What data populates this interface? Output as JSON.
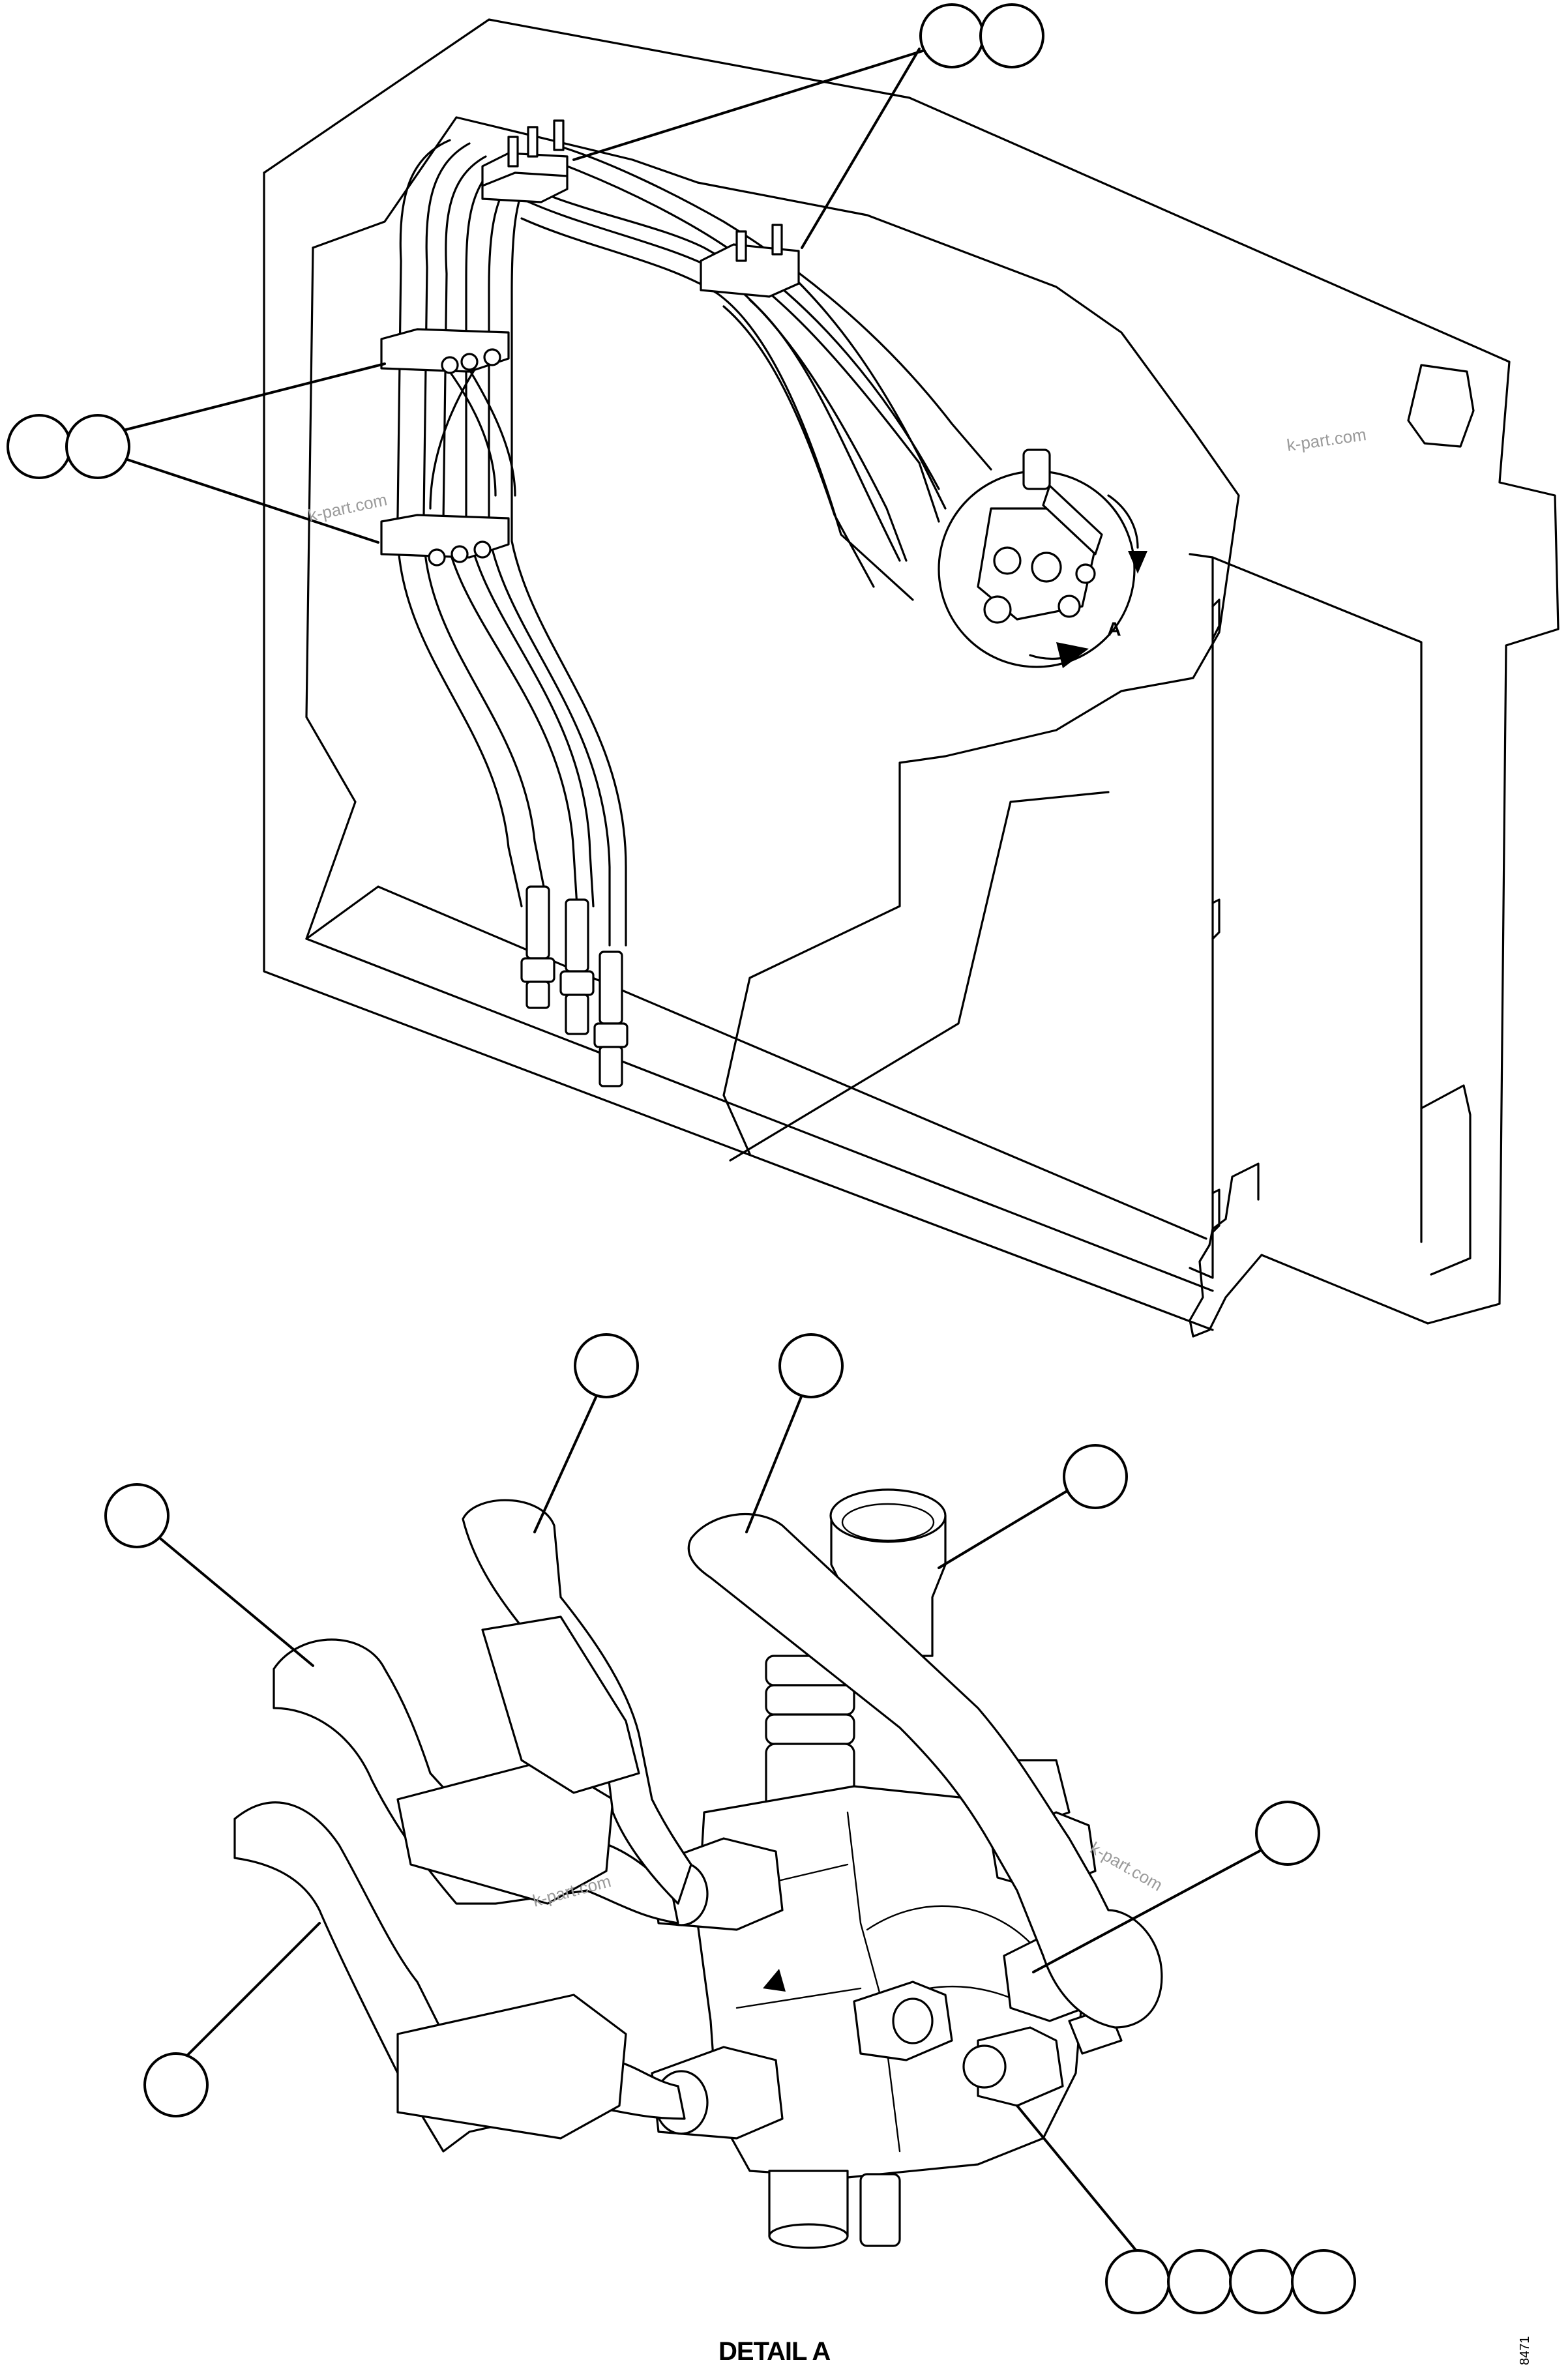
{
  "figure": {
    "caption": "DETAIL A",
    "drawing_ref": "8471",
    "detail_marker": "A",
    "watermark": "k-part.com"
  },
  "balloons_upper": [
    {
      "id": "balloon-top-right-1",
      "text": ""
    },
    {
      "id": "balloon-top-right-2",
      "text": ""
    },
    {
      "id": "balloon-left-1",
      "text": ""
    },
    {
      "id": "balloon-left-2",
      "text": ""
    }
  ],
  "balloons_detail": [
    {
      "id": "balloon-detail-1",
      "text": ""
    },
    {
      "id": "balloon-detail-2",
      "text": ""
    },
    {
      "id": "balloon-detail-3",
      "text": ""
    },
    {
      "id": "balloon-detail-4",
      "text": ""
    },
    {
      "id": "balloon-detail-5",
      "text": ""
    },
    {
      "id": "balloon-detail-6",
      "text": ""
    },
    {
      "id": "balloon-detail-7",
      "text": ""
    },
    {
      "id": "balloon-detail-8",
      "text": ""
    },
    {
      "id": "balloon-detail-9",
      "text": ""
    },
    {
      "id": "balloon-detail-10",
      "text": ""
    }
  ],
  "colors": {
    "line": "#000000",
    "background": "#ffffff",
    "watermark": "#9a9a9a"
  }
}
